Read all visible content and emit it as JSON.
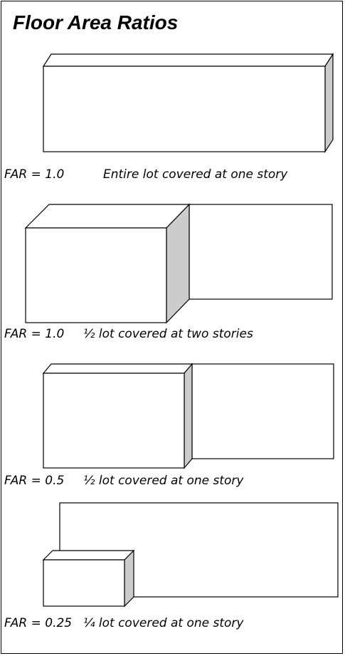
{
  "title": "Floor Area Ratios",
  "colors": {
    "stroke": "#000000",
    "face": "#ffffff",
    "side": "#cccccc"
  },
  "diagrams": [
    {
      "far_label": "FAR = 1.0",
      "description": "Entire lot covered at one story"
    },
    {
      "far_label": "FAR = 1.0",
      "description": "½ lot covered at two stories"
    },
    {
      "far_label": "FAR = 0.5",
      "description": "½ lot covered at one story"
    },
    {
      "far_label": "FAR = 0.25",
      "description": "¼ lot covered at one story"
    }
  ]
}
